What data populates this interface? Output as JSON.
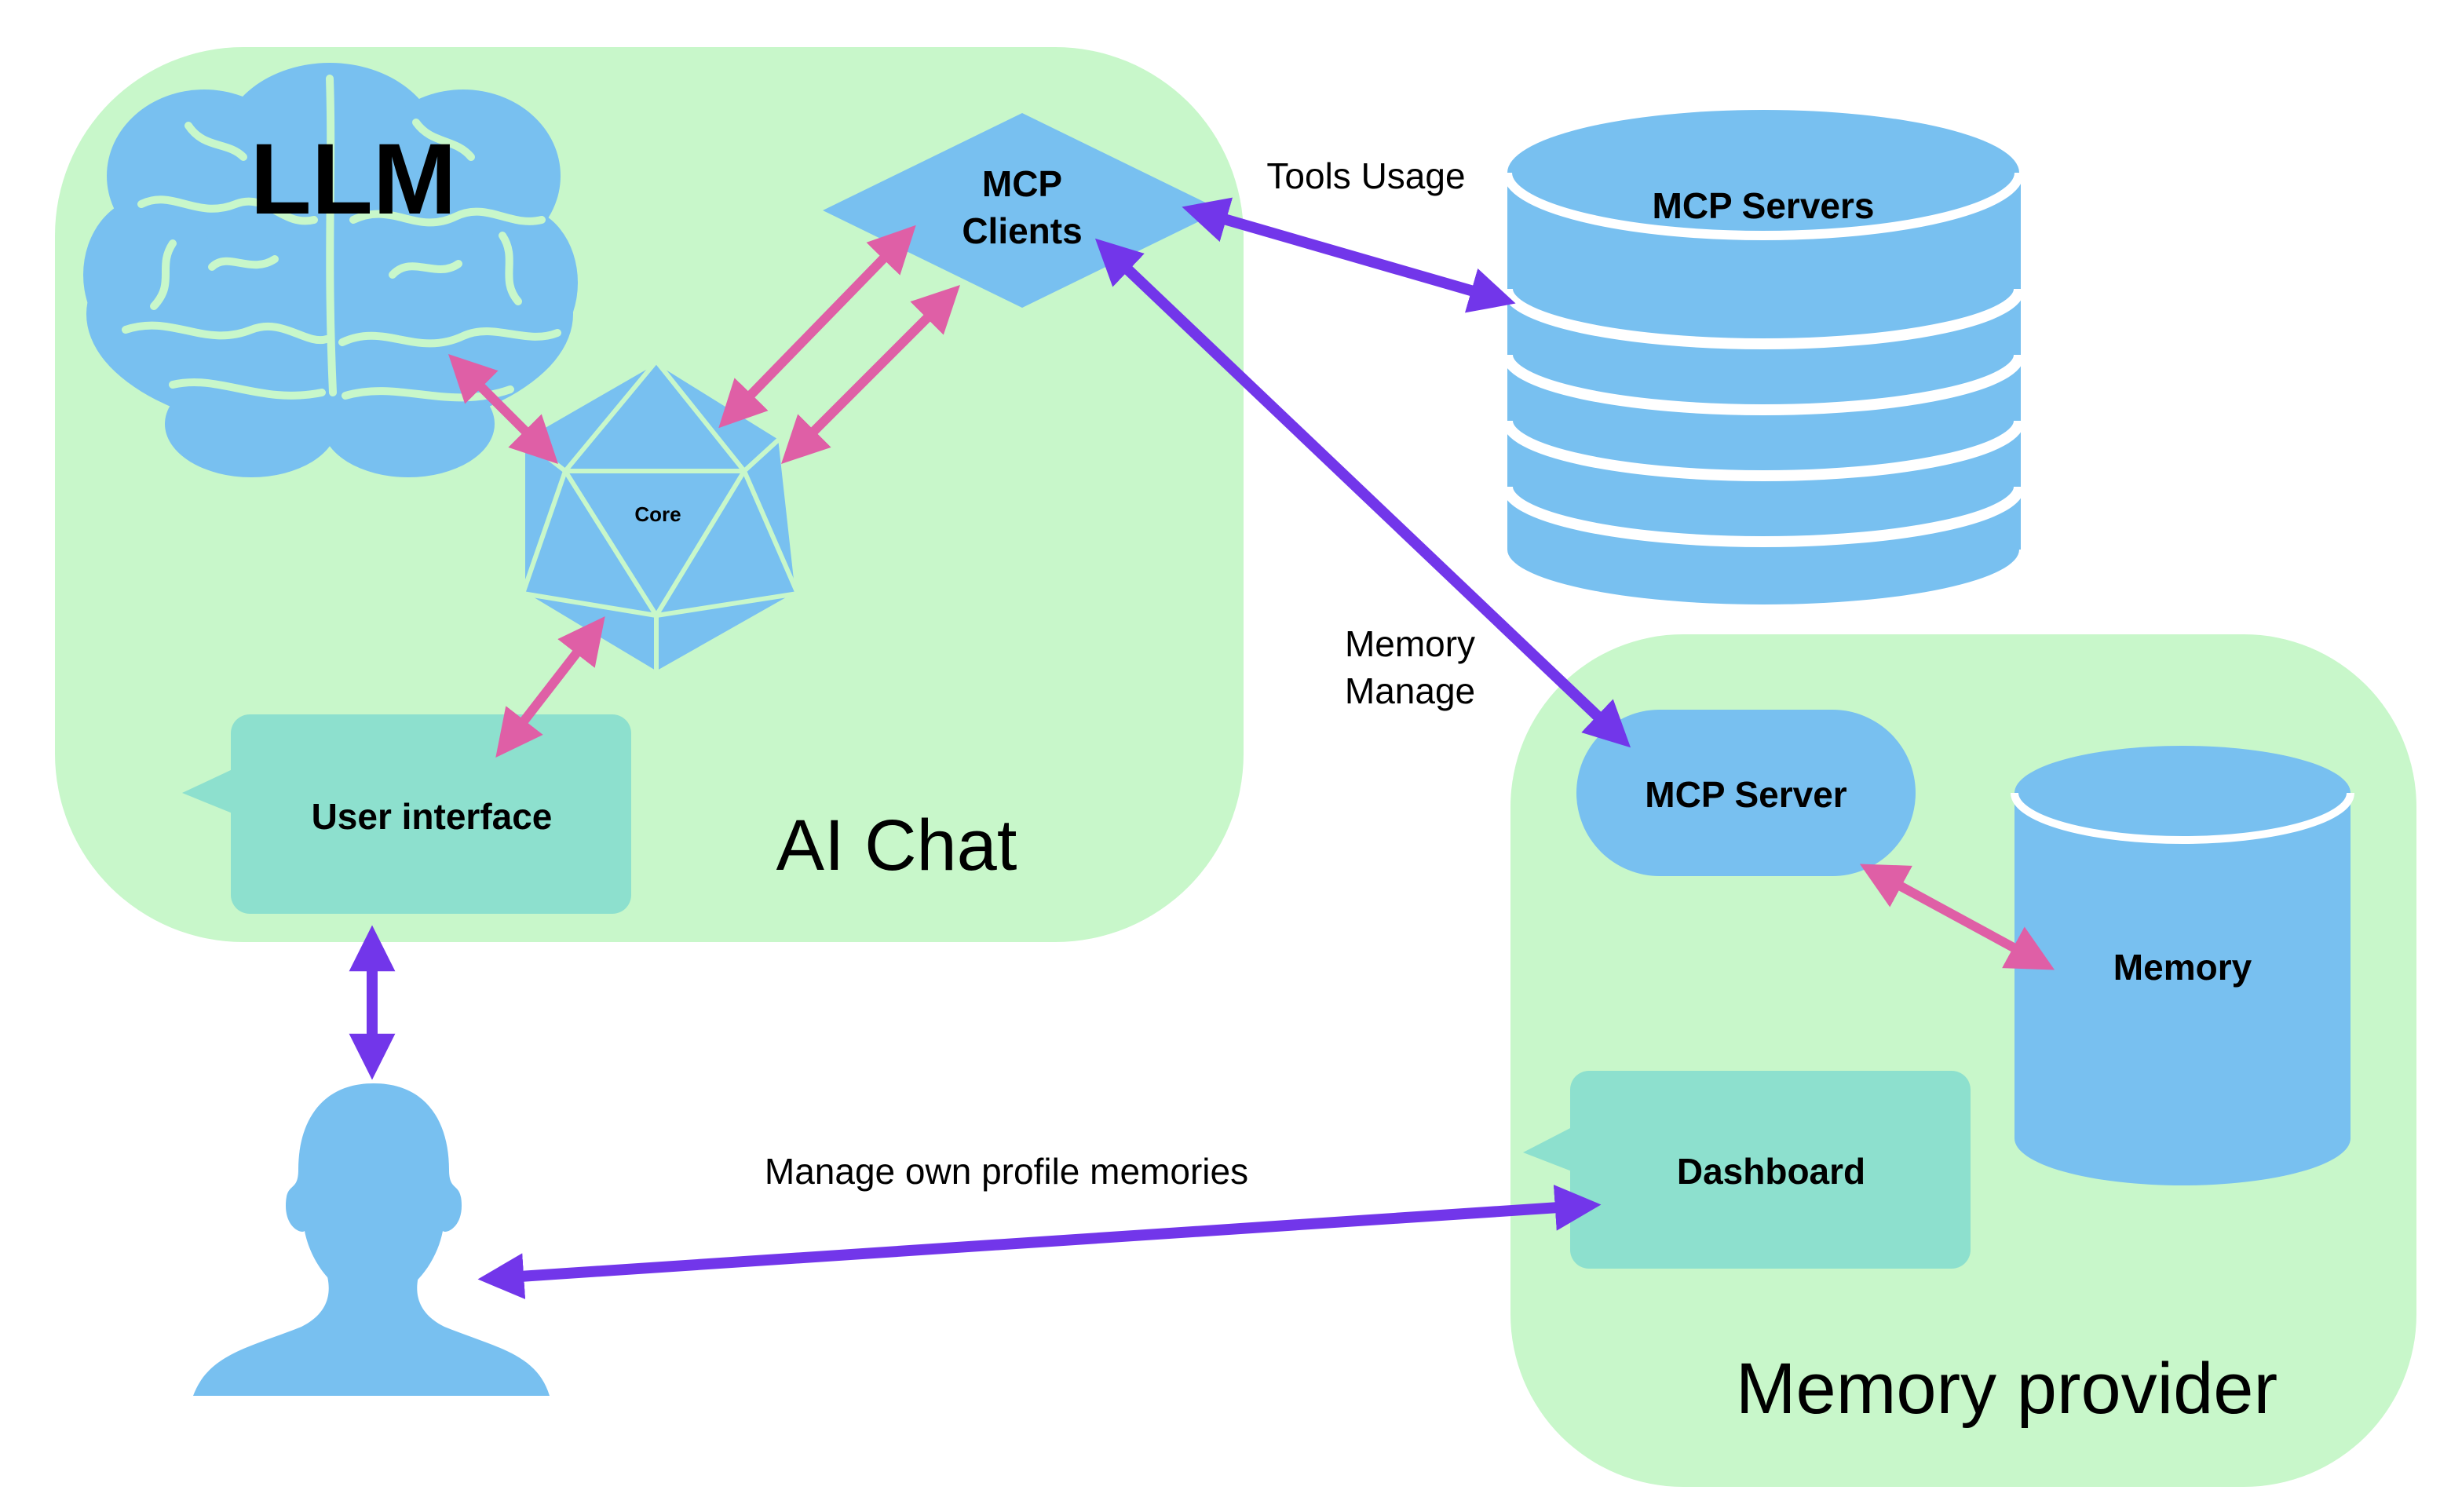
{
  "colors": {
    "group_fill": "#c8f7ca",
    "shape_blue": "#78c0f0",
    "teal": "#8de0ce",
    "detail_line": "#c8f7ca",
    "pink_arrow": "#df5fa6",
    "purple_arrow": "#7236ea",
    "text": "#000000"
  },
  "groups": {
    "ai_chat": {
      "label": "AI Chat"
    },
    "memory_provider": {
      "label": "Memory provider"
    }
  },
  "nodes": {
    "llm": {
      "label": "LLM",
      "icon": "brain-icon"
    },
    "core": {
      "label": "Core",
      "icon": "icosahedron-icon"
    },
    "mcp_clients": {
      "line1": "MCP",
      "line2": "Clients",
      "icon": "diamond"
    },
    "mcp_servers": {
      "label": "MCP Servers",
      "icon": "database-stack-icon"
    },
    "user_interface": {
      "label": "User interface",
      "icon": "speech-bubble"
    },
    "mcp_server": {
      "label": "MCP Server",
      "icon": "pill"
    },
    "memory": {
      "label": "Memory",
      "icon": "cylinder-icon"
    },
    "dashboard": {
      "label": "Dashboard",
      "icon": "speech-bubble"
    },
    "user": {
      "icon": "person-icon"
    }
  },
  "edges": {
    "tools_usage": {
      "label": "Tools Usage"
    },
    "memory_manage": {
      "line1": "Memory",
      "line2": "Manage"
    },
    "manage_own": {
      "label": "Manage own profile memories"
    }
  }
}
